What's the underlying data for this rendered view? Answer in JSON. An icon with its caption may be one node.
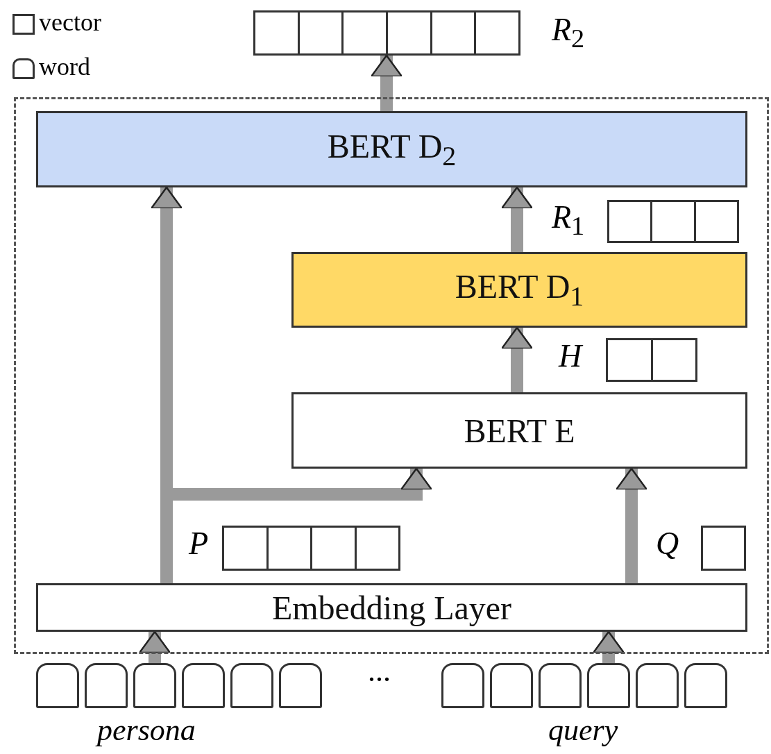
{
  "diagram": {
    "nodes": [
      {
        "text": [],
        "shape": "bar",
        "beside": [
          "*R*$_{2}$"
        ]
      },
      {
        "text": [],
        "shape": "box"
      },
      {
        "text": [
          "BERT D$_{2}$"
        ],
        "in": 1
      },
      {
        "text": [],
        "shape": "bar",
        "in": 1,
        "beside": [
          "*R*$_{1}$"
        ]
      },
      {
        "text": [
          "BERT D$_{1}$"
        ],
        "in": 1
      },
      {
        "text": [],
        "shape": "bar",
        "in": 1,
        "beside": [
          "H"
        ]
      },
      {
        "text": [
          "BERT E"
        ],
        "in": 1
      },
      {
        "text": [],
        "shape": "bar",
        "in": 1,
        "beside": [
          "P"
        ]
      },
      {
        "text": [],
        "shape": "bar",
        "in": 1,
        "beside": [
          "Q"
        ]
      },
      {
        "text": [
          "Embedding Layer"
        ],
        "in": 1
      },
      {
        "text": [],
        "shape": "box"
      },
      {
        "text": [],
        "shape": "box"
      },
      {
        "text": [],
        "shape": "box"
      },
      {
        "text": [],
        "shape": "box"
      },
      {
        "text": [],
        "shape": "box"
      },
      {
        "text": [],
        "shape": "box"
      },
      {
        "text": [],
        "shape": "box"
      },
      {
        "text": [],
        "shape": "box"
      },
      {
        "text": [],
        "shape": "box"
      },
      {
        "text": [],
        "shape": "box"
      },
      {
        "text": [],
        "shape": "box"
      },
      {
        "text": [],
        "shape": "box"
      }
    ],
    "edges": [
      {
        "from": 9,
        "to": 2,
        "arrow": "to"
      },
      {
        "from": 9,
        "to": 6,
        "arrow": "to"
      },
      {
        "from": 9,
        "to": 6,
        "arrow": "to"
      },
      {
        "from": 6,
        "to": 4,
        "arrow": "to"
      },
      {
        "from": 4,
        "to": 2,
        "arrow": "to"
      },
      {
        "from": 2,
        "to": 0,
        "arrow": "to"
      },
      {
        "from": 12,
        "to": 9,
        "arrow": "to"
      },
      {
        "from": 19,
        "to": 9,
        "arrow": "to"
      }
    ],
    "labels": [
      "...",
      "persona",
      "query"
    ],
    "legend": [
      {
        "text": "vector"
      },
      {
        "text": "word"
      }
    ]
  }
}
